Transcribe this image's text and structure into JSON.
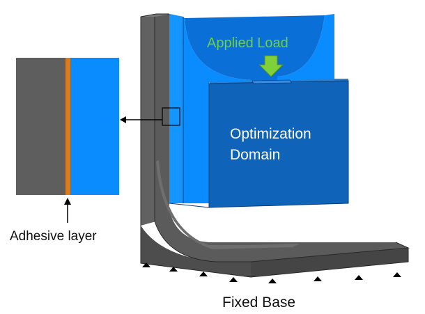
{
  "labels": {
    "applied_load": "Applied Load",
    "optimization_domain_line1": "Optimization",
    "optimization_domain_line2": "Domain",
    "adhesive_layer": "Adhesive layer",
    "fixed_base": "Fixed Base"
  },
  "colors": {
    "bracket_light": "#6b6b6b",
    "bracket_mid": "#555555",
    "bracket_dark": "#3f3f3f",
    "domain_light": "#0a8cff",
    "domain_mid": "#0a6fd6",
    "domain_dark": "#0f5fb2",
    "load_arrow": "#7fd13b",
    "load_text": "#6ccf45",
    "adhesive": "#d97a1d",
    "text_white": "#ffffff",
    "text_black": "#111111"
  },
  "support_count": 8
}
